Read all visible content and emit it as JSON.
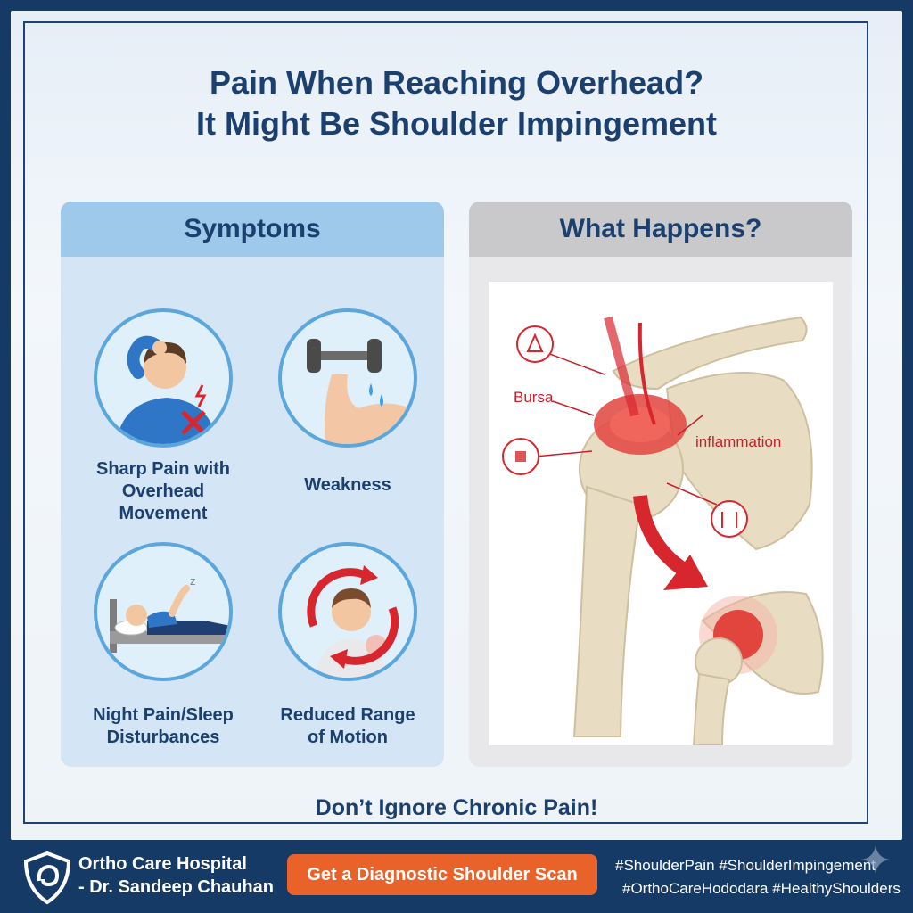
{
  "headline": {
    "line1": "Pain When Reaching Overhead?",
    "line2": "It Might Be Shoulder Impingement"
  },
  "symptoms": {
    "title": "Symptoms",
    "items": [
      {
        "label_lines": [
          "Sharp Pain with",
          "Overhead",
          "Movement"
        ],
        "icon": "person-shoulder-pain-icon"
      },
      {
        "label_lines": [
          "Weakness"
        ],
        "icon": "dumbbell-arm-icon"
      },
      {
        "label_lines": [
          "Night Pain/Sleep",
          "Disturbances"
        ],
        "icon": "person-sleeping-icon"
      },
      {
        "label_lines": [
          "Reduced Range",
          "of Motion"
        ],
        "icon": "rotation-arrows-icon"
      }
    ]
  },
  "what_happens": {
    "title": "What Happens?",
    "callouts": {
      "bursa": "Bursa",
      "inflammation": "inflammation"
    }
  },
  "footer_note": "Don’t Ignore Chronic Pain!",
  "bottom_bar": {
    "hospital_line1": "Ortho Care Hospital",
    "hospital_line2": "- Dr. Sandeep Chauhan",
    "cta": "Get a Diagnostic Shoulder Scan",
    "tags_line1": "#ShoulderPain #ShoulderImpingement",
    "tags_line2": "#OrthoCareHododara #HealthyShoulders"
  },
  "colors": {
    "navy": "#163a66",
    "title_blue": "#1b3f6e",
    "accent_orange": "#e8622a",
    "inflammation_red": "#d8262e",
    "bone": "#e8dcc2"
  }
}
